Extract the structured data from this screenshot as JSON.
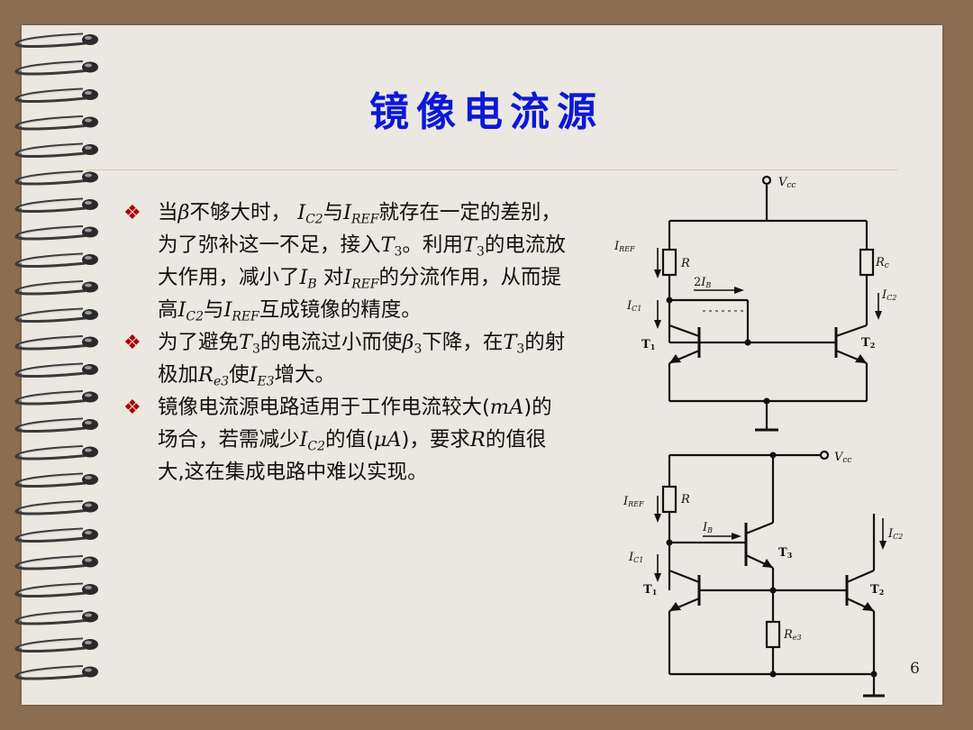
{
  "title": "镜像电流源",
  "page_number": "6",
  "colors": {
    "title": "#0b18d6",
    "bullet_mark": "#b00000",
    "frame": "#8b6e52",
    "slide_bg": "#ebe7e1"
  },
  "icons": {
    "bullet": "diamond-four-bullet-icon",
    "binding": "spiral-binding-icon"
  },
  "bullets": [
    {
      "mark": "❖",
      "t1": "当",
      "beta": "β",
      "t2": "不够大时，",
      "i1": "I",
      "s1": "C2",
      "t3": "与",
      "i2": "I",
      "s2": "REF",
      "t4": "就存在一定的差别，为了弥补这一不足，接入",
      "i3": "T",
      "s3": "3",
      "t5": "。利用",
      "i4": "T",
      "s4": "3",
      "t6": "的电流放大作用，减小了",
      "i5": "I",
      "s5": "B",
      "t7": " 对",
      "i6": "I",
      "s6": "REF",
      "t8": "的分流作用，从而提高",
      "i7": "I",
      "s7": "C2",
      "t9": "与",
      "i8": "I",
      "s8": "REF",
      "t10": "互成镜像的精度。"
    },
    {
      "mark": "❖",
      "t1": "为了避免",
      "i1": "T",
      "s1": "3",
      "t2": "的电流过小而使",
      "beta": "β",
      "s2": "3",
      "t3": "下降，在",
      "i2": "T",
      "s3": "3",
      "t4": "的射极加",
      "i3": "R",
      "s4": "e3",
      "t5": "使",
      "i4": "I",
      "s5": "E3",
      "t6": "增大。"
    },
    {
      "mark": "❖",
      "t1": "镜像电流源电路适用于工作电流较大(",
      "m1": "mA",
      "t2": ")的场合，若需减少",
      "i1": "I",
      "s1": "C2",
      "t3": "的值(",
      "mu": "μ",
      "m2": "A",
      "t4": ")，要求",
      "i2": "R",
      "t5": "的值很大,这在集成电路中难以实现。"
    }
  ],
  "circuit_top": {
    "vcc": "V",
    "vcc_sub": "cc",
    "iref": "I",
    "iref_sub": "REF",
    "r": "R",
    "rc": "R",
    "rc_sub": "c",
    "ib2_coef": "2",
    "ib2": "I",
    "ib2_sub": "B",
    "ic1": "I",
    "ic1_sub": "C1",
    "ic2": "I",
    "ic2_sub": "C2",
    "t1": "T",
    "t1_sub": "1",
    "t2": "T",
    "t2_sub": "2"
  },
  "circuit_bottom": {
    "vcc": "V",
    "vcc_sub": "cc",
    "iref": "I",
    "iref_sub": "REF",
    "r": "R",
    "ib": "I",
    "ib_sub": "B",
    "ic1": "I",
    "ic1_sub": "C1",
    "ic2": "I",
    "ic2_sub": "C2",
    "t1": "T",
    "t1_sub": "1",
    "t2": "T",
    "t2_sub": "2",
    "t3": "T",
    "t3_sub": "3",
    "re3": "R",
    "re3_sub": "e3"
  }
}
